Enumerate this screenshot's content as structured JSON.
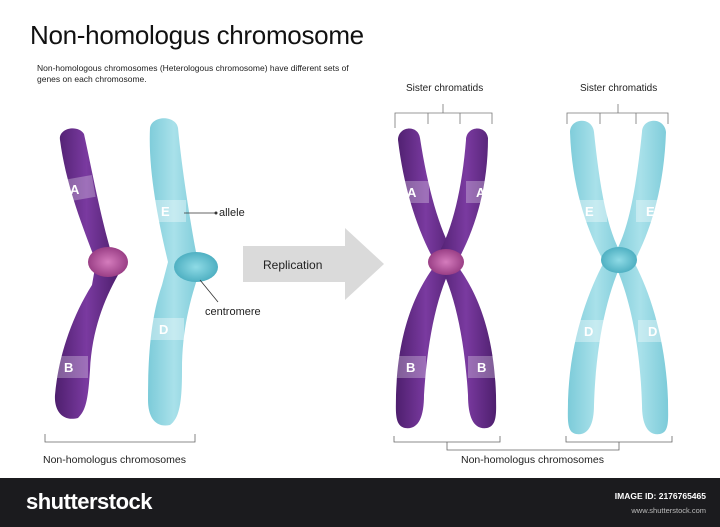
{
  "title": "Non-homologus chromosome",
  "description": "Non-homologous chromosomes (Heterologous chromosome) have different sets of genes on each chromosome.",
  "labels": {
    "allele": "allele",
    "centromere": "centromere",
    "replication": "Replication",
    "sister_left": "Sister chromatids",
    "sister_right": "Sister chromatids",
    "nonhom_left": "Non-homologus chromosomes",
    "nonhom_right": "Non-homologus chromosomes"
  },
  "genes": {
    "purple_top": "A",
    "purple_bottom": "B",
    "cyan_top": "E",
    "cyan_bottom": "D"
  },
  "colors": {
    "purple": "#6a2e8c",
    "purple_light": "#8b4db0",
    "cyan": "#8fd3e0",
    "cyan_dark": "#6cc0d1",
    "centromere_purple": "#b5579f",
    "centromere_cyan": "#5fbccc",
    "arrow": "#d6d6d6"
  },
  "footer": {
    "brand": "shutterstock",
    "image_id": "IMAGE ID: 2176765465",
    "site": "www.shutterstock.com"
  }
}
